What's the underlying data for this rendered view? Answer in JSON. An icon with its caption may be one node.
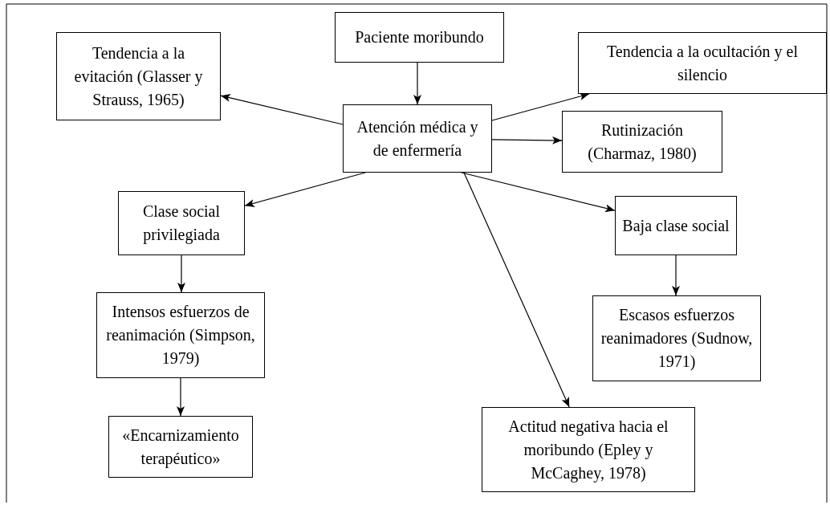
{
  "diagram": {
    "nodes": [
      {
        "text": [
          "Paciente moribundo"
        ]
      },
      {
        "text": [
          "Tendencia a la evitación (Glasser y Strauss, 1965)"
        ]
      },
      {
        "text": [
          "Tendencia a la ocultación y el silencio"
        ]
      },
      {
        "text": [
          "Atención médica y de enfermería"
        ]
      },
      {
        "text": [
          "Rutinización (Charmaz, 1980)"
        ]
      },
      {
        "text": [
          "Clase social privilegiada"
        ]
      },
      {
        "text": [
          "Baja clase social"
        ]
      },
      {
        "text": [
          "Intensos esfuerzos de reanimación (Simpson, 1979)"
        ]
      },
      {
        "text": [
          "Escasos esfuerzos reanimadores (Sudnow, 1971)"
        ]
      },
      {
        "text": [
          "«Encarnizamiento terapéutico»"
        ]
      },
      {
        "text": [
          "Actitud negativa hacia el moribundo (Epley y McCaghey, 1978)"
        ]
      }
    ],
    "edges": [
      {
        "from": 0,
        "to": 3,
        "arrow": "to"
      },
      {
        "from": 3,
        "to": 1,
        "arrow": "to"
      },
      {
        "from": 3,
        "to": 2,
        "arrow": "to"
      },
      {
        "from": 3,
        "to": 4,
        "arrow": "to"
      },
      {
        "from": 3,
        "to": 5,
        "arrow": "to"
      },
      {
        "from": 3,
        "to": 6,
        "arrow": "to"
      },
      {
        "from": 3,
        "to": 10,
        "arrow": "to"
      },
      {
        "from": 5,
        "to": 7,
        "arrow": "to"
      },
      {
        "from": 7,
        "to": 9,
        "arrow": "to"
      },
      {
        "from": 6,
        "to": 8,
        "arrow": "to"
      }
    ]
  }
}
